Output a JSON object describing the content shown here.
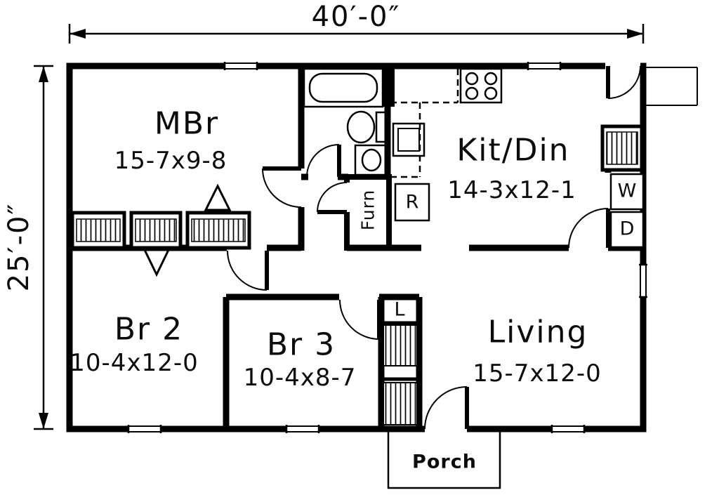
{
  "plan": {
    "dimensions": {
      "width": "40′-0″",
      "height": "25′-0″"
    },
    "rooms": {
      "mbr": {
        "name": "MBr",
        "size": "15-7x9-8"
      },
      "kitdin": {
        "name": "Kit/Din",
        "size": "14-3x12-1"
      },
      "br2": {
        "name": "Br 2",
        "size": "10-4x12-0"
      },
      "br3": {
        "name": "Br 3",
        "size": "10-4x8-7"
      },
      "living": {
        "name": "Living",
        "size": "15-7x12-0"
      },
      "porch": {
        "name": "Porch"
      }
    },
    "fixtures": {
      "furnace": "Furn",
      "refrigerator": "R",
      "washer": "W",
      "dryer": "D",
      "linen": "L"
    },
    "colors": {
      "line": "#000000",
      "background": "#ffffff"
    }
  }
}
